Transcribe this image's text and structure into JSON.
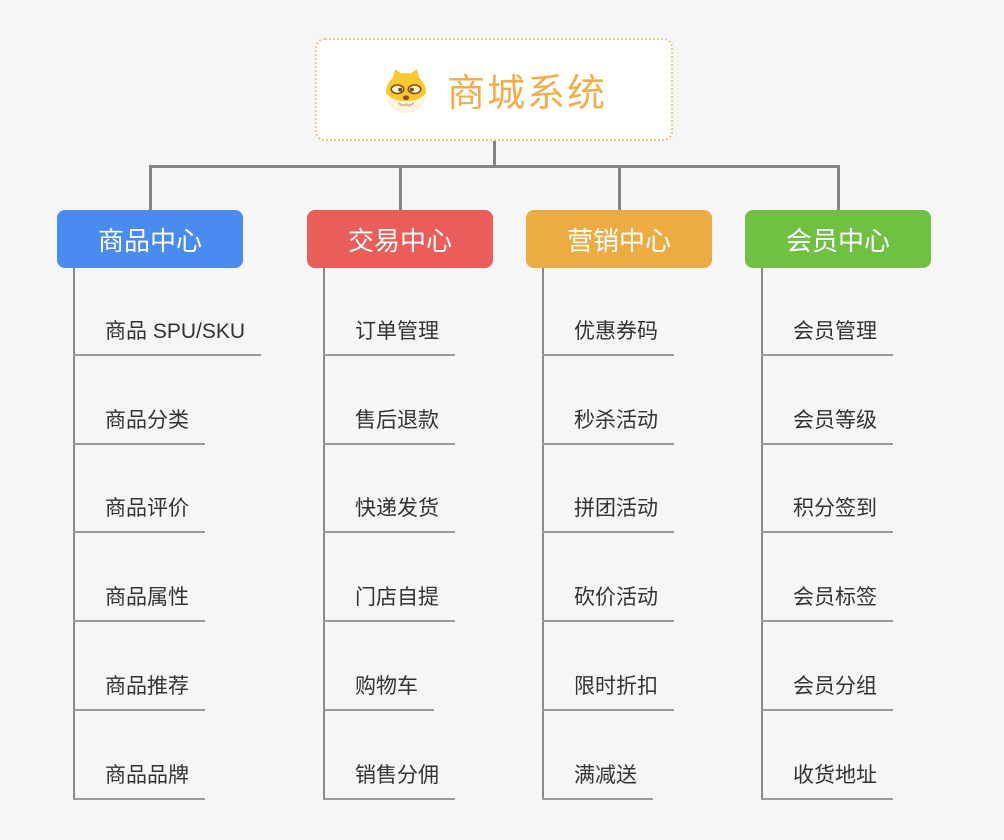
{
  "root": {
    "label": "商城系统",
    "icon": "dog-face-icon"
  },
  "branches": [
    {
      "label": "商品中心",
      "color": "#4a8bf0",
      "items": [
        "商品 SPU/SKU",
        "商品分类",
        "商品评价",
        "商品属性",
        "商品推荐",
        "商品品牌"
      ]
    },
    {
      "label": "交易中心",
      "color": "#e95d5a",
      "items": [
        "订单管理",
        "售后退款",
        "快递发货",
        "门店自提",
        "购物车",
        "销售分佣"
      ]
    },
    {
      "label": "营销中心",
      "color": "#ecab43",
      "items": [
        "优惠券码",
        "秒杀活动",
        "拼团活动",
        "砍价活动",
        "限时折扣",
        "满减送"
      ]
    },
    {
      "label": "会员中心",
      "color": "#70c043",
      "items": [
        "会员管理",
        "会员等级",
        "积分签到",
        "会员标签",
        "会员分组",
        "收货地址"
      ]
    }
  ],
  "colors": {
    "background": "#f6f6f6",
    "connector": "#848484",
    "spine": "#8a8a8a",
    "underline": "#9a9a9a",
    "leaf_text": "#333333",
    "root_text": "#f2ae4e",
    "root_border": "#f0c685",
    "branch_text": "#ffffff"
  }
}
